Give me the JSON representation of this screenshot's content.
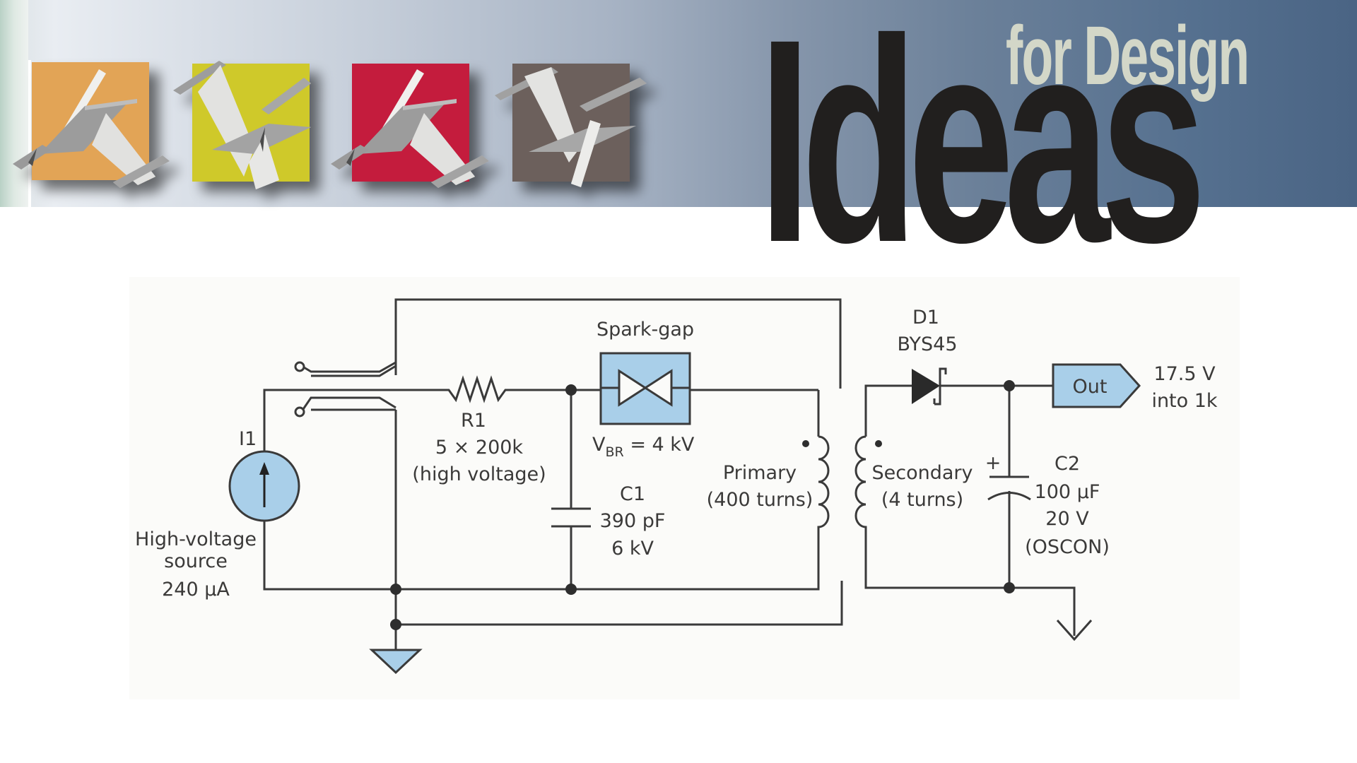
{
  "header": {
    "title_main": "Ideas",
    "title_sub": "for Design",
    "banner_tiles": [
      {
        "name": "orange-tile",
        "color": "#e2a457"
      },
      {
        "name": "yellow-tile",
        "color": "#cfc92b"
      },
      {
        "name": "red-tile",
        "color": "#c41c3c"
      },
      {
        "name": "brown-tile",
        "color": "#6c615c"
      }
    ],
    "colors": {
      "title_main": "#211f1e",
      "title_sub": "#d3d7c8",
      "gradient_left": "#e9edf2",
      "gradient_right": "#4a6484"
    }
  },
  "schematic": {
    "components": {
      "I1": {
        "ref": "I1",
        "desc_line1": "High-voltage",
        "desc_line2": "source",
        "value": "240 µA"
      },
      "R1": {
        "ref": "R1",
        "value": "5 × 200k",
        "note": "(high voltage)"
      },
      "spark_gap": {
        "title": "Spark-gap",
        "vbr_main": "V",
        "vbr_sub": "BR",
        "vbr_value": " = 4 kV"
      },
      "C1": {
        "ref": "C1",
        "value": "390 pF",
        "rating": "6 kV"
      },
      "primary": {
        "label": "Primary",
        "turns": "(400 turns)"
      },
      "secondary": {
        "label": "Secondary",
        "turns": "(4 turns)"
      },
      "D1": {
        "ref": "D1",
        "part": "BYS45"
      },
      "C2": {
        "ref": "C2",
        "polarity": "+",
        "value": "100 µF",
        "rating": "20 V",
        "type": "(OSCON)"
      },
      "out": {
        "label": "Out",
        "value": "17.5 V",
        "load": "into 1k"
      }
    },
    "colors": {
      "wire": "#3a3a3a",
      "fill_blue": "#a9cfe9",
      "panel_bg": "#fbfbf9",
      "text": "#3b3a39"
    }
  }
}
